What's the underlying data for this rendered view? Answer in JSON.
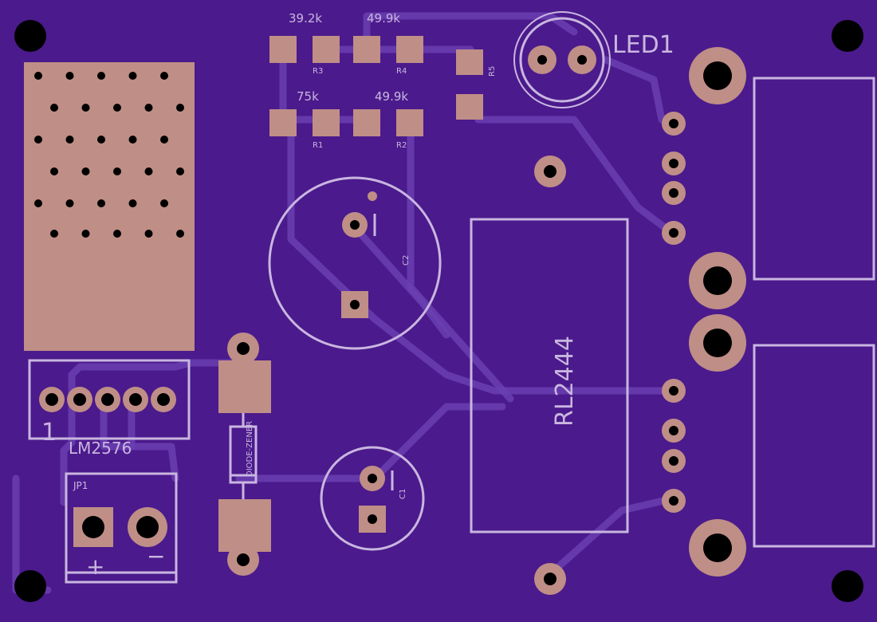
{
  "board": {
    "colors": {
      "substrate": "#4b1a8c",
      "trace": "#6a3fb0",
      "copper": "#bf8e86",
      "silk": "#c9b6e0",
      "drill": "#000000"
    }
  },
  "components": {
    "r3": {
      "ref": "R3",
      "value": "39.2k"
    },
    "r4": {
      "ref": "R4",
      "value": "49.9k"
    },
    "r1": {
      "ref": "R1",
      "value": "75k"
    },
    "r2": {
      "ref": "R2",
      "value": "49.9k"
    },
    "r5": {
      "ref": "R5"
    },
    "led1": {
      "ref": "LED1"
    },
    "c2": {
      "ref": "C2"
    },
    "c1": {
      "ref": "C1"
    },
    "relay": {
      "part": "RL2444"
    },
    "regulator": {
      "part": "LM2576",
      "pin1_marker": "1"
    },
    "diode": {
      "part": "DIODE-ZENER"
    },
    "jp1": {
      "ref": "JP1",
      "plus": "+",
      "minus": "−"
    }
  }
}
